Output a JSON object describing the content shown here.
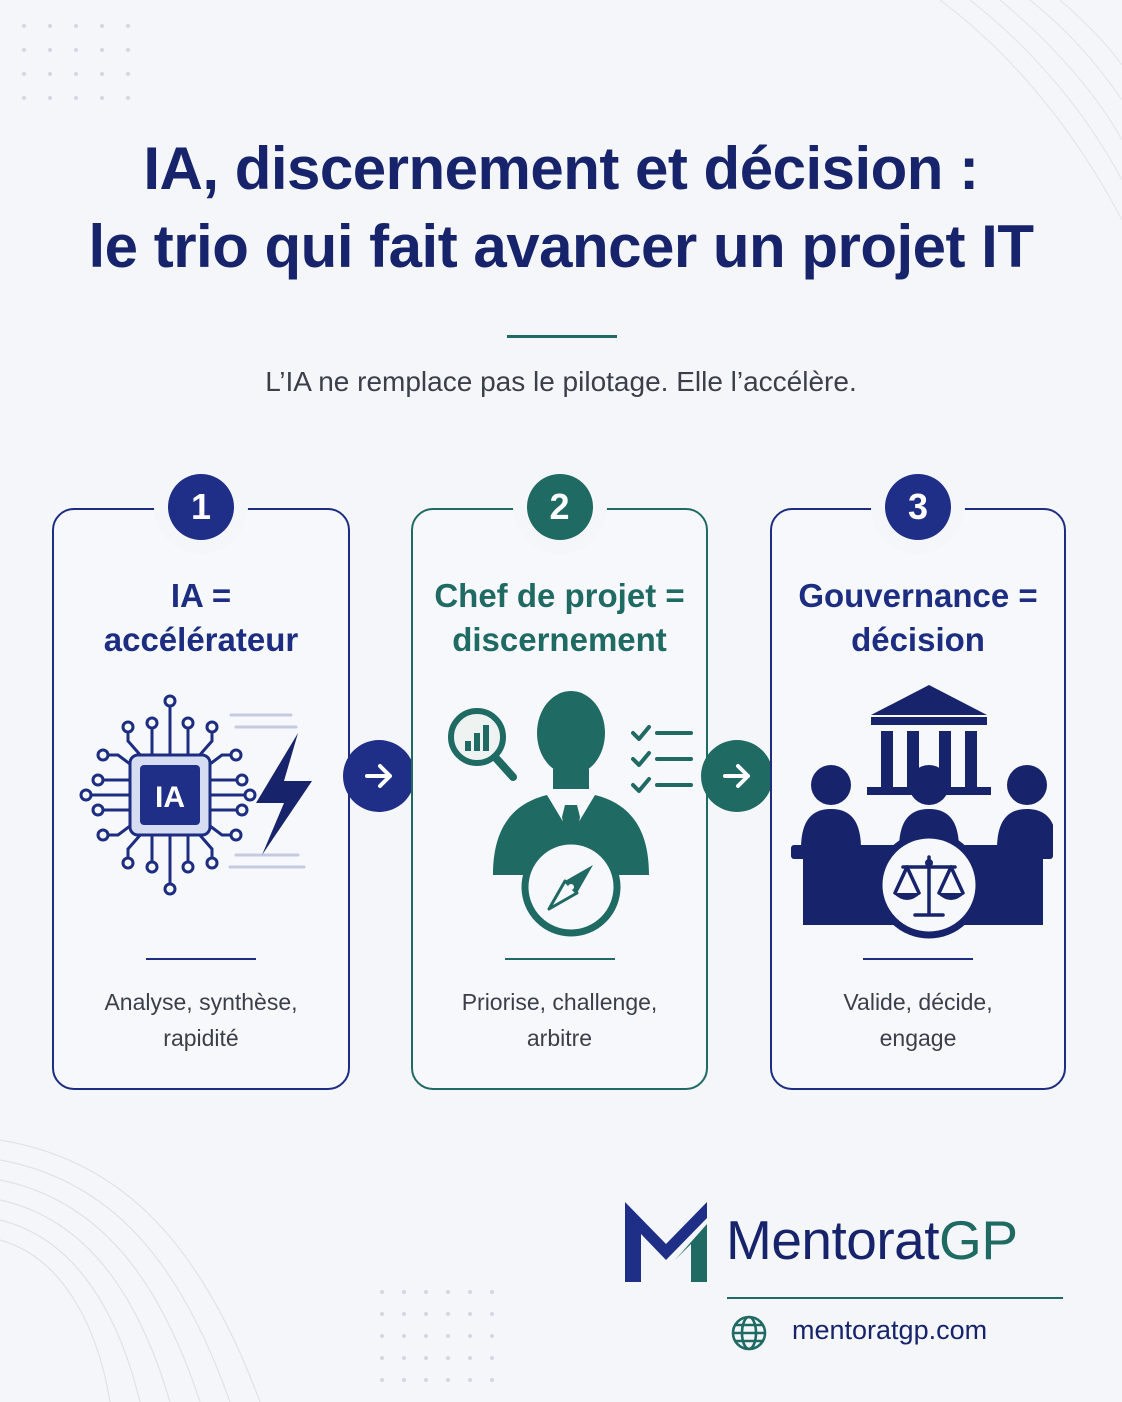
{
  "header": {
    "title_line1": "IA, discernement et décision :",
    "title_line2": "le trio qui fait avancer un projet IT",
    "subtitle": "L’IA ne remplace pas le pilotage. Elle l’accélère."
  },
  "cards": [
    {
      "number": "1",
      "title_line1": "IA =",
      "title_line2": "accélérateur",
      "chip_label": "IA",
      "desc_line1": "Analyse, synthèse,",
      "desc_line2": "rapidité",
      "color": "#1c2d82",
      "icon": "ai-chip-lightning-icon"
    },
    {
      "number": "2",
      "title_line1": "Chef de projet =",
      "title_line2": "discernement",
      "desc_line1": "Priorise, challenge,",
      "desc_line2": "arbitre",
      "color": "#1f6a63",
      "icon": "project-manager-compass-icon"
    },
    {
      "number": "3",
      "title_line1": "Gouvernance =",
      "title_line2": "décision",
      "desc_line1": "Valide, décide,",
      "desc_line2": "engage",
      "color": "#1c2d82",
      "icon": "governance-board-scales-icon"
    }
  ],
  "brand": {
    "name_main": "Mentorat",
    "name_accent": "GP",
    "website": "mentoratgp.com",
    "colors": {
      "navy": "#17246b",
      "teal": "#1f6a63"
    }
  }
}
